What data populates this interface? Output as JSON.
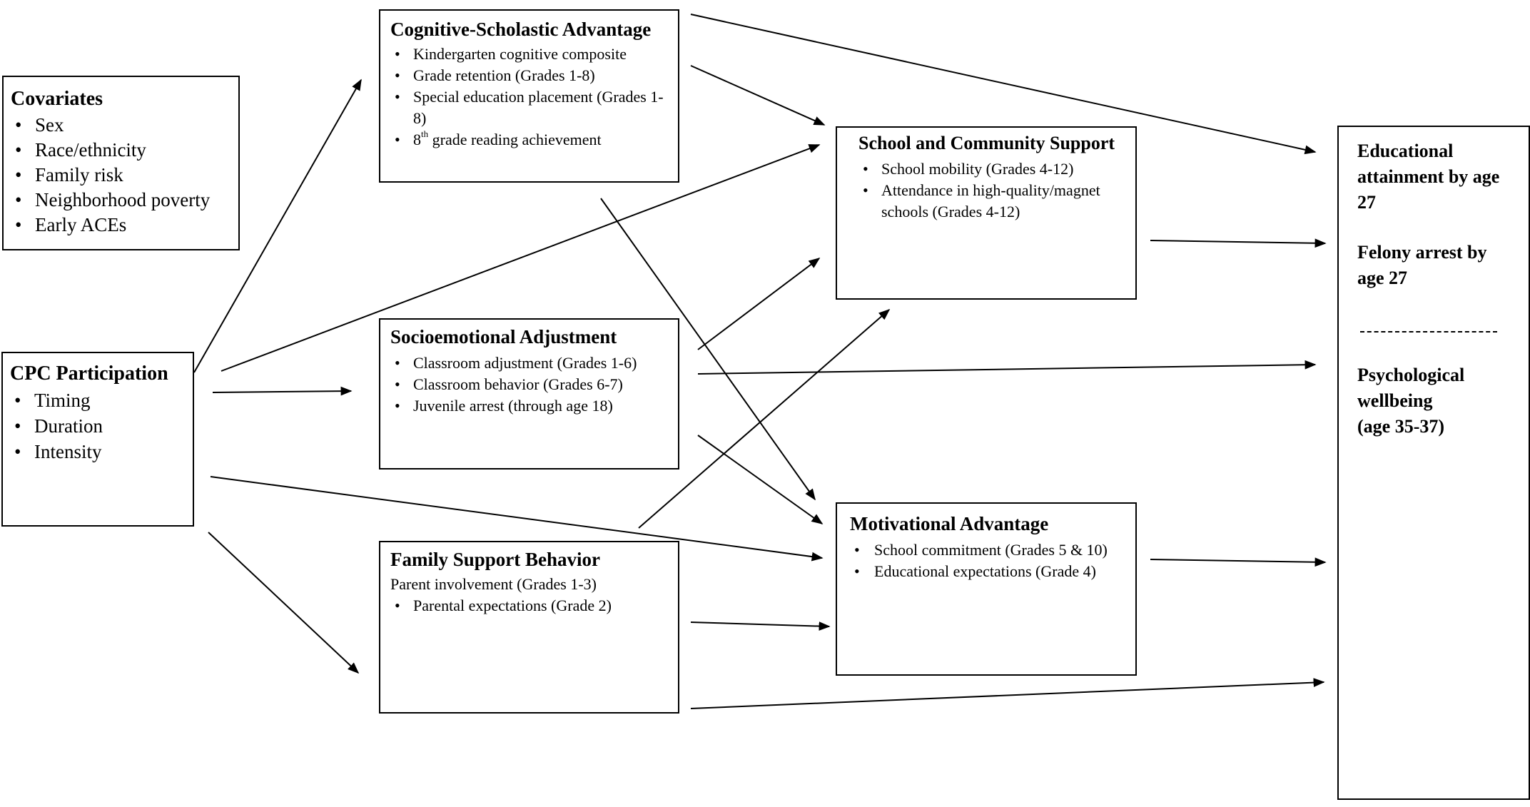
{
  "covariates": {
    "title": "Covariates",
    "items": [
      "Sex",
      "Race/ethnicity",
      "Family risk",
      "Neighborhood poverty",
      "Early ACEs"
    ]
  },
  "cpc": {
    "title": "CPC Participation",
    "items": [
      "Timing",
      "Duration",
      "Intensity"
    ]
  },
  "cognitive": {
    "title": "Cognitive-Scholastic Advantage",
    "items": [
      "Kindergarten cognitive composite",
      "Grade retention (Grades 1-8)",
      "Special education placement (Grades 1-8)"
    ],
    "last_item_prefix": "8",
    "last_item_sup": "th",
    "last_item_rest": " grade reading achievement"
  },
  "socio": {
    "title": "Socioemotional Adjustment",
    "items": [
      "Classroom adjustment (Grades 1-6)",
      "Classroom behavior (Grades 6-7)",
      "Juvenile arrest (through age 18)"
    ]
  },
  "family": {
    "title": "Family Support Behavior",
    "plain_line": "Parent involvement (Grades 1-3)",
    "items": [
      "Parental expectations (Grade 2)"
    ]
  },
  "school": {
    "title": "School and Community Support",
    "items": [
      "School mobility (Grades 4-12)",
      "Attendance in high-quality/magnet schools (Grades 4-12)"
    ]
  },
  "motivational": {
    "title": "Motivational Advantage",
    "items": [
      "School commitment (Grades 5 & 10)",
      "Educational expectations (Grade 4)"
    ]
  },
  "outcomes": {
    "educational": [
      "Educational",
      "attainment by age",
      "27"
    ],
    "felony": [
      "Felony arrest by",
      "age 27"
    ],
    "wellbeing": [
      "Psychological",
      "wellbeing",
      "(age 35-37)"
    ]
  }
}
